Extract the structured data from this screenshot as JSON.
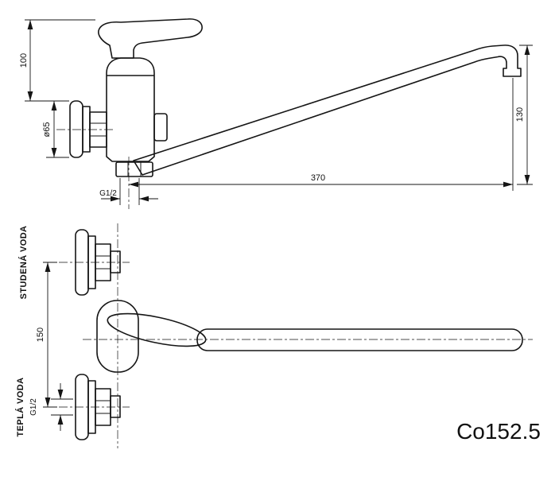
{
  "drawing": {
    "model_label": "Co152.5",
    "side_view": {
      "dim_height": "100",
      "dim_flange_diameter": "ø65",
      "dim_outlet_height": "130",
      "dim_spout_reach": "370",
      "dim_thread": "G1/2"
    },
    "front_view": {
      "cold_water_label": "STUDENÁ VODA",
      "hot_water_label": "TEPLÁ VODA",
      "dim_connection_spacing": "150",
      "dim_thread": "G1/2"
    }
  }
}
